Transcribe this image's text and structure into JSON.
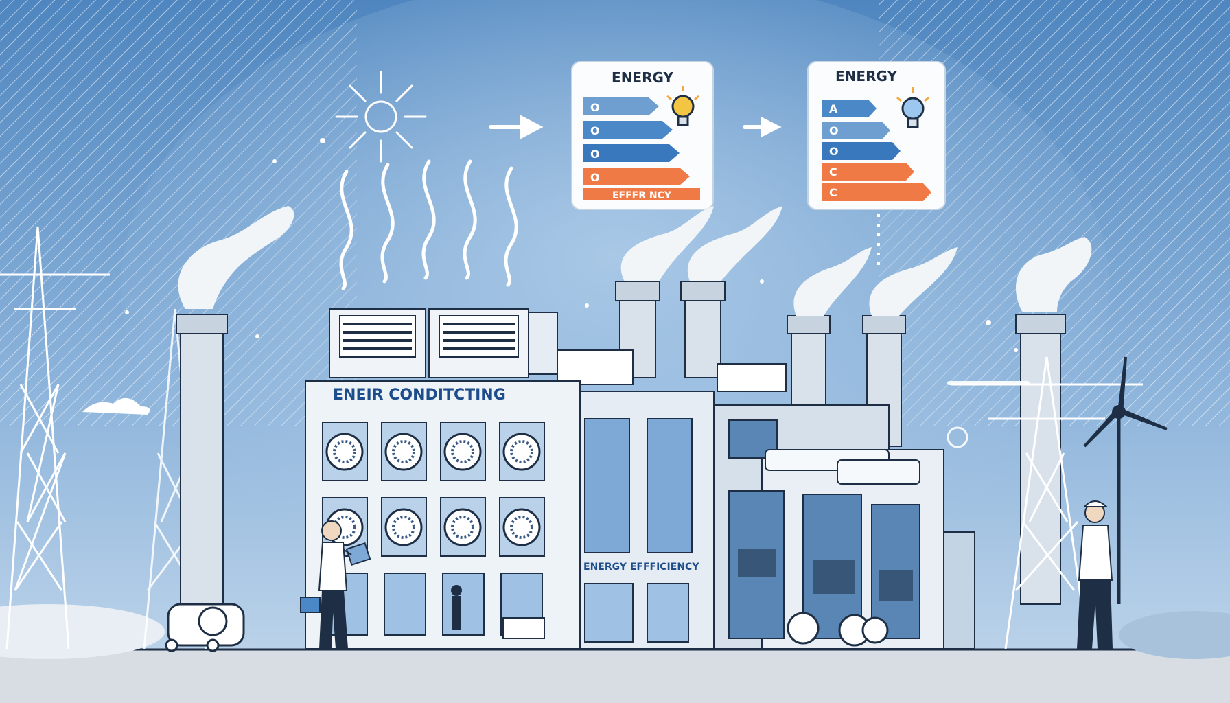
{
  "colors": {
    "sky_top": "#4f86bf",
    "sky_mid": "#8db4db",
    "sky_light": "#c3d8ec",
    "ground": "#d8dde3",
    "building_white": "#eef3f8",
    "building_shadow": "#cfdbe7",
    "outline": "#1e2f45",
    "label_blue_1": "#6f9fd0",
    "label_blue_2": "#4a88c8",
    "label_blue_3": "#3a78bd",
    "label_orange": "#f07a45",
    "smoke": "#f2f5f8"
  },
  "label_left": {
    "title": "ENERGY",
    "bars": [
      "O",
      "O",
      "O",
      "O"
    ],
    "footer": "EFFFR NCY",
    "icon": "lightbulb-icon"
  },
  "label_right": {
    "title": "ENERGY",
    "bars": [
      "A",
      "O",
      "O",
      "C",
      "C"
    ],
    "icon": "lightbulb-icon"
  },
  "building": {
    "sign_top": "ENEIR CONDITCTING",
    "sign_middle": "ENERGY EFFFICIENCY"
  },
  "icons": {
    "sun": "sun-icon",
    "arrow": "arrow-right-icon",
    "heat": "heat-waves-icon",
    "wind_turbine": "wind-turbine-icon",
    "pylon": "power-pylon-icon"
  }
}
